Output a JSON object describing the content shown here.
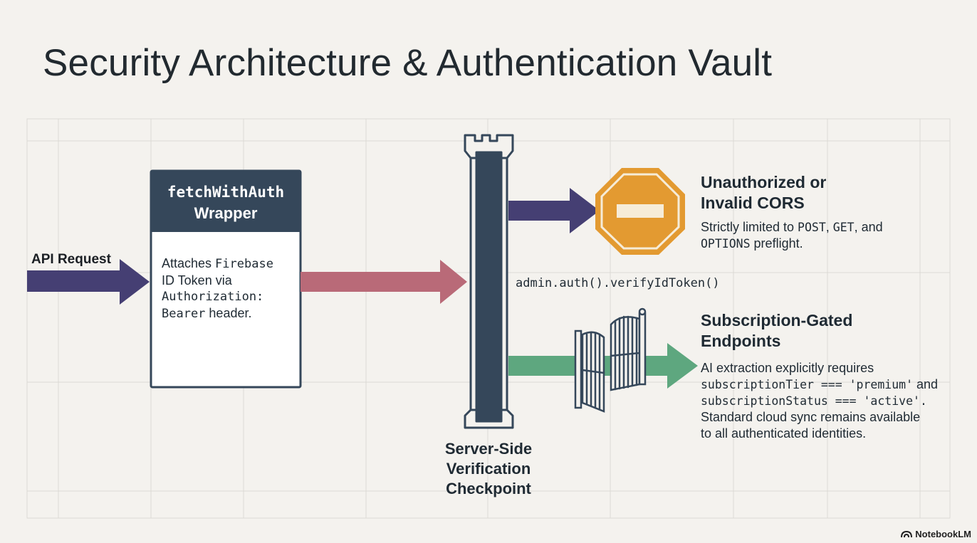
{
  "title": "Security Architecture & Authentication Vault",
  "api_request_label": "API Request",
  "wrapper": {
    "title_code": "fetchWithAuth",
    "title_word": "Wrapper",
    "desc_1": "Attaches ",
    "desc_code_1": "Firebase",
    "desc_2": "ID Token via",
    "desc_code_2": "Authorization:",
    "desc_code_3": "Bearer",
    "desc_3": " header."
  },
  "verify_call": "admin.auth().verifyIdToken()",
  "checkpoint": {
    "line1": "Server-Side",
    "line2": "Verification",
    "line3": "Checkpoint"
  },
  "unauthorized": {
    "heading_1": "Unauthorized or",
    "heading_2": "Invalid CORS",
    "desc_1a": "Strictly limited to ",
    "desc_1b": "POST",
    "desc_1c": ", ",
    "desc_1d": "GET",
    "desc_1e": ", and",
    "desc_2a": "OPTIONS",
    "desc_2b": " preflight."
  },
  "subscription": {
    "heading_1": "Subscription-Gated",
    "heading_2": "Endpoints",
    "desc_1": "AI extraction explicitly requires",
    "desc_2a": "subscriptionTier === 'premium'",
    "desc_2b": " and",
    "desc_3": "subscriptionStatus === 'active'.",
    "desc_4": "Standard cloud sync remains available",
    "desc_5": "to all authenticated identities."
  },
  "brand": "NotebookLM",
  "icons": {
    "tower": "tower-icon",
    "stop": "stop-sign-icon",
    "gate": "open-gate-icon",
    "brand": "notebooklm-logo-icon"
  },
  "colors": {
    "background": "#f4f2ee",
    "navy": "#35475a",
    "purple_arrow": "#453f73",
    "pink_arrow": "#b96a78",
    "green_arrow": "#5ea77f",
    "stop_orange": "#e39a31"
  }
}
